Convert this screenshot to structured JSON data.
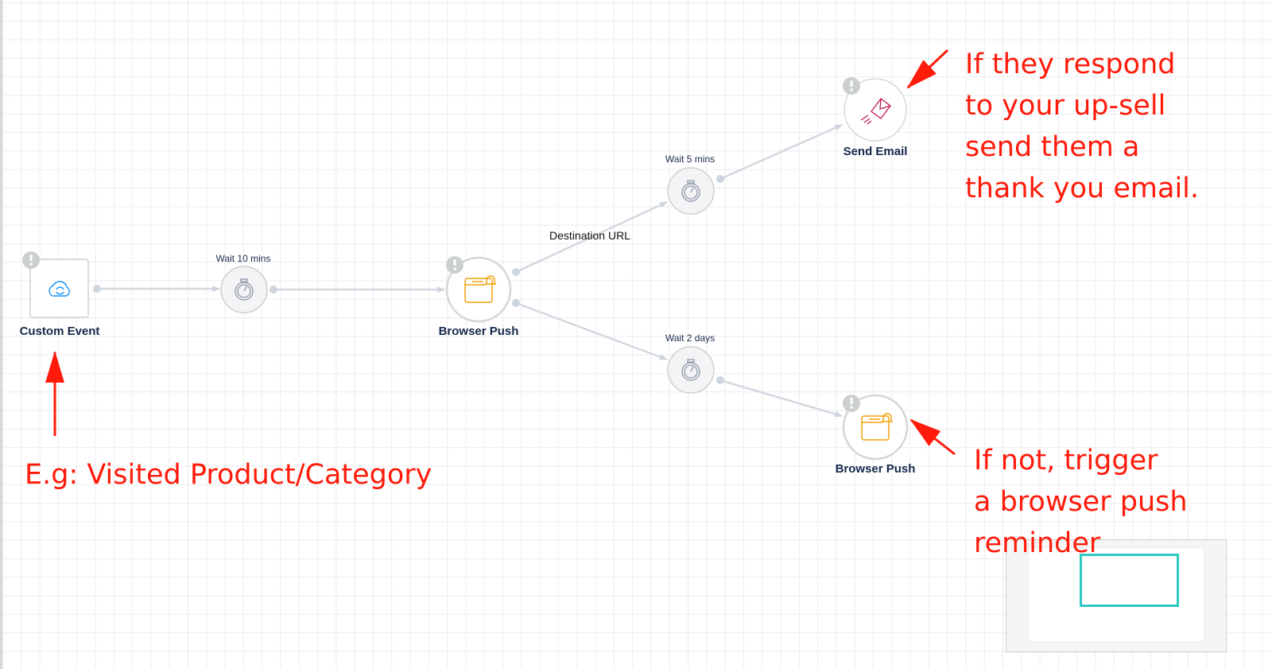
{
  "nodes": {
    "custom_event": {
      "label": "Custom Event",
      "icon": "cloud-sync-icon"
    },
    "wait1": {
      "label": "Wait  10 mins",
      "icon": "stopwatch-icon"
    },
    "browser_push1": {
      "label": "Browser Push",
      "icon": "browser-bell-icon"
    },
    "wait2": {
      "label": "Wait  5 mins",
      "icon": "stopwatch-icon"
    },
    "send_email": {
      "label": "Send Email",
      "icon": "envelope-send-icon"
    },
    "wait3": {
      "label": "Wait  2 days",
      "icon": "stopwatch-icon"
    },
    "browser_push2": {
      "label": "Browser Push",
      "icon": "browser-bell-icon"
    }
  },
  "edges": {
    "destination_url": "Destination URL"
  },
  "annotations": {
    "email": "If they respond\nto your up-sell\nsend them a\nthank you email.",
    "push": "If not, trigger\na browser push\nreminder",
    "event": "E.g: Visited Product/Category"
  },
  "colors": {
    "accent_red": "#ff1a0a",
    "email_icon": "#c2185b",
    "push_icon": "#f2a20c",
    "event_icon": "#2196f3",
    "minimap_view": "#2ec9c0"
  }
}
